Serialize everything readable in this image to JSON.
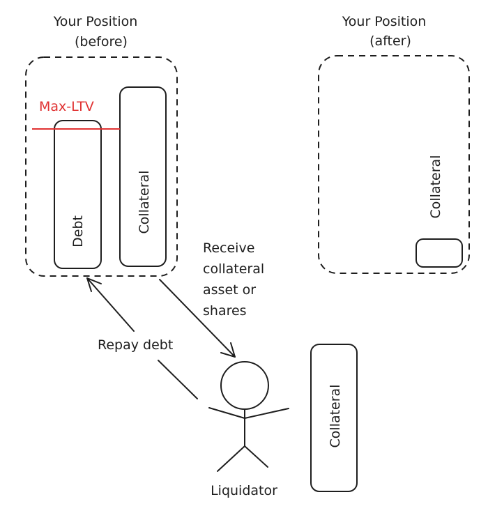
{
  "diagram": {
    "before_panel": {
      "title_line1": "Your Position",
      "title_line2": "(before)",
      "max_ltv_label": "Max-LTV",
      "debt_label": "Debt",
      "collateral_label": "Collateral"
    },
    "after_panel": {
      "title_line1": "Your Position",
      "title_line2": "(after)",
      "collateral_label": "Collateral"
    },
    "arrows": {
      "repay_label": "Repay debt",
      "receive_label_lines": [
        "Receive",
        "collateral",
        "asset or",
        "shares"
      ]
    },
    "actor": {
      "label": "Liquidator",
      "collateral_label": "Collateral"
    },
    "colors": {
      "ink": "#1e1e1e",
      "max_ltv": "#e03131"
    }
  }
}
